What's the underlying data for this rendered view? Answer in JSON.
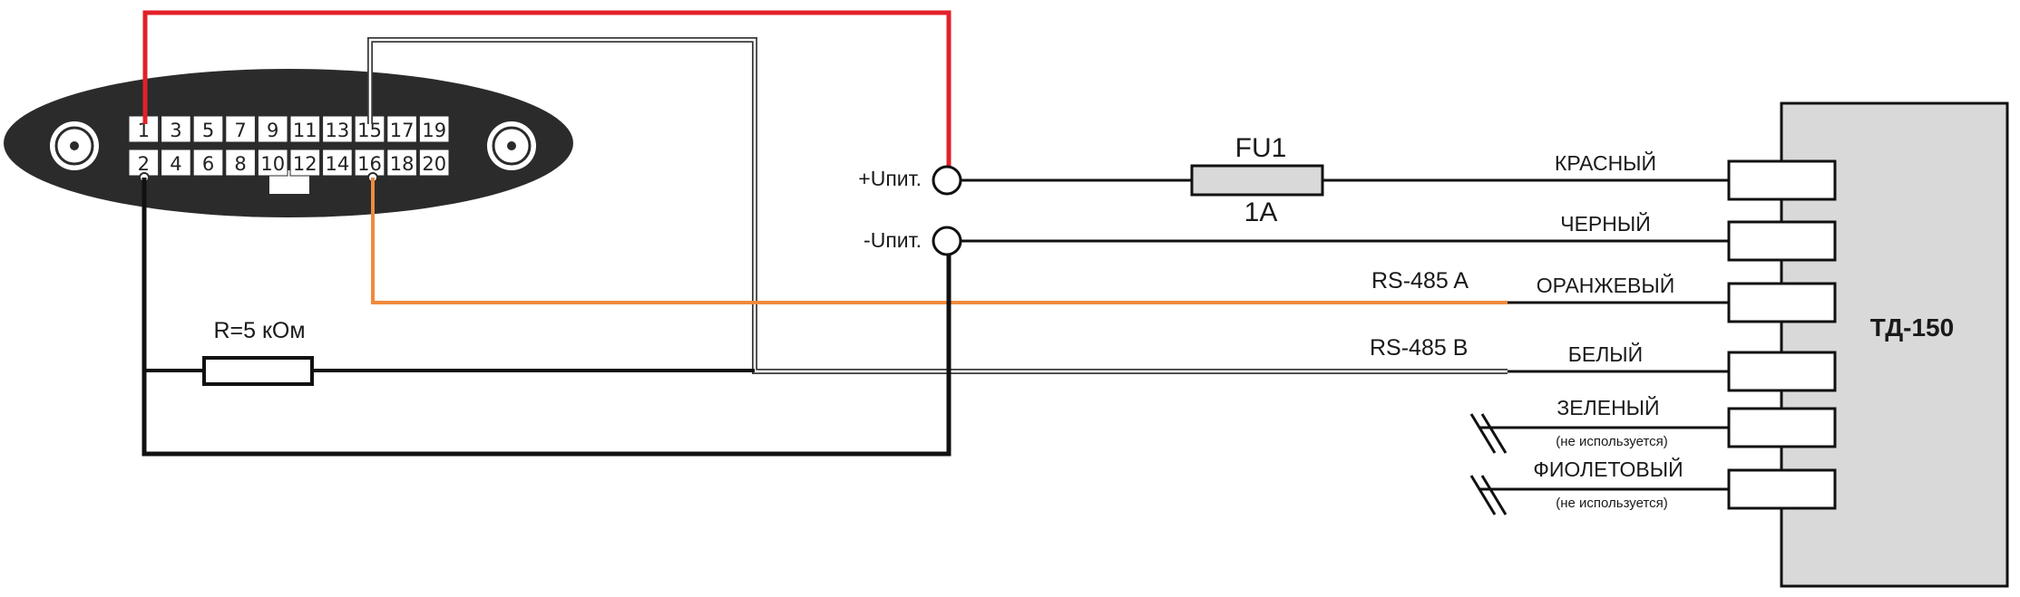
{
  "connector": {
    "pins_top": [
      "1",
      "3",
      "5",
      "7",
      "9",
      "11",
      "13",
      "15",
      "17",
      "19"
    ],
    "pins_bottom": [
      "2",
      "4",
      "6",
      "8",
      "10",
      "12",
      "14",
      "16",
      "18",
      "20"
    ]
  },
  "power": {
    "plus_label": "+Uпит.",
    "minus_label": "-Uпит."
  },
  "fuse": {
    "name": "FU1",
    "rating": "1A"
  },
  "resistor": {
    "label": "R=5 кОм"
  },
  "signals": {
    "rs485_a": "RS-485 A",
    "rs485_b": "RS-485 B"
  },
  "device": {
    "name": "ТД-150",
    "wires": [
      {
        "color_name": "КРАСНЫЙ",
        "note": ""
      },
      {
        "color_name": "ЧЕРНЫЙ",
        "note": ""
      },
      {
        "color_name": "ОРАНЖЕВЫЙ",
        "note": ""
      },
      {
        "color_name": "БЕЛЫЙ",
        "note": ""
      },
      {
        "color_name": "ЗЕЛЕНЫЙ",
        "note": "(не используется)"
      },
      {
        "color_name": "ФИОЛЕТОВЫЙ",
        "note": "(не используется)"
      }
    ]
  },
  "colors": {
    "red_wire": "#e2202a",
    "orange_wire": "#f08a3c",
    "device_fill": "#d9d9d9",
    "connector_body": "#2b2b2b"
  }
}
